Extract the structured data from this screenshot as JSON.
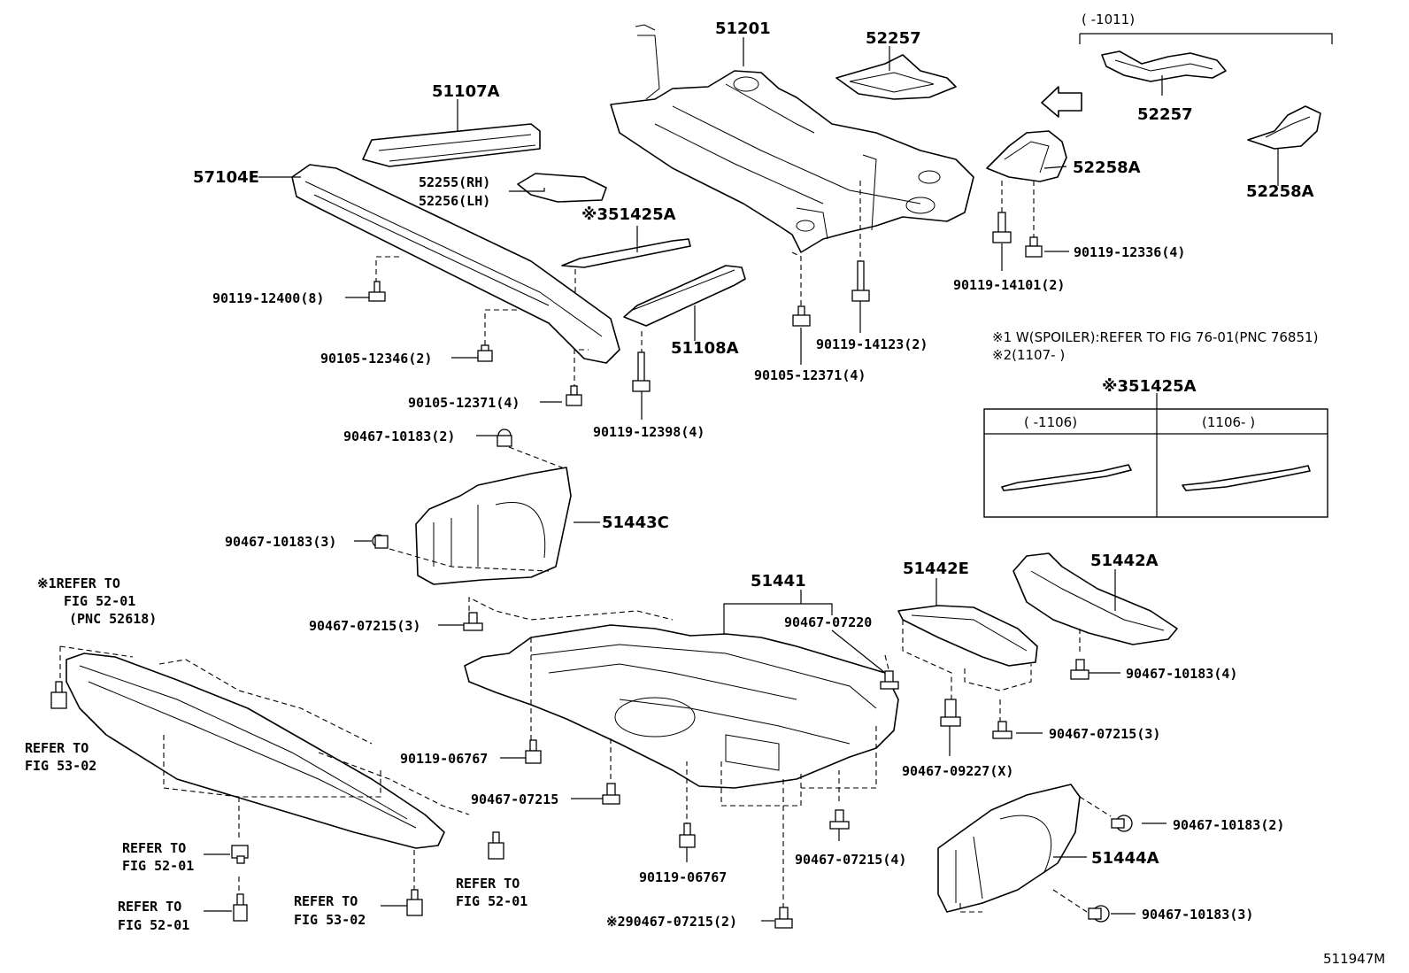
{
  "labels": {
    "p51201": "51201",
    "p52257a": "52257",
    "p52257b": "52257",
    "range_1011": "(      -1011)",
    "p51107a": "51107A",
    "p57104e": "57104E",
    "p52255": "52255(RH)",
    "p52256": "52256(LH)",
    "p51425a_ref": "※351425A",
    "p52258a_1": "52258A",
    "p52258a_2": "52258A",
    "b90119_12336": "90119-12336(4)",
    "b90119_14101": "90119-14101(2)",
    "b90119_12400": "90119-12400(8)",
    "b90105_12346": "90105-12346(2)",
    "p51108a": "51108A",
    "b90119_14123": "90119-14123(2)",
    "b90105_12371_4a": "90105-12371(4)",
    "b90105_12371_4b": "90105-12371(4)",
    "b90119_12398": "90119-12398(4)",
    "b90467_10183_2a": "90467-10183(2)",
    "b90467_10183_3a": "90467-10183(3)",
    "p51443c": "51443C",
    "p51441": "51441",
    "p51442e": "51442E",
    "p51442a": "51442A",
    "ref_52_01_a": "※1REFER TO",
    "ref_52_01_b": "FIG 52-01",
    "ref_52_01_c": "(PNC 52618)",
    "b90467_07215_3a": "90467-07215(3)",
    "b90467_07220": "90467-07220",
    "b90467_10183_4": "90467-10183(4)",
    "ref_53_02_a1": "REFER TO",
    "ref_53_02_a2": "FIG 53-02",
    "b90119_06767a": "90119-06767",
    "b90467_07215_3b": "90467-07215(3)",
    "b90467_07215": "90467-07215",
    "b90467_09227": "90467-09227(X)",
    "b90467_10183_2b": "90467-10183(2)",
    "ref_52_01_d1": "REFER TO",
    "ref_52_01_d2": "FIG 52-01",
    "p51444a": "51444A",
    "b90467_07215_4": "90467-07215(4)",
    "b90119_06767b": "90119-06767",
    "ref_52_01_e1": "REFER TO",
    "ref_52_01_e2": "FIG 52-01",
    "ref_52_01_f1": "REFER TO",
    "ref_52_01_f2": "FIG 52-01",
    "ref_53_02_b1": "REFER TO",
    "ref_53_02_b2": "FIG 53-02",
    "b90467_07215_2": "※290467-07215(2)",
    "b90467_10183_3b": "90467-10183(3)",
    "diagram_id": "511947M"
  },
  "notes": {
    "note1": "※1 W(SPOILER):REFER TO FIG 76-01(PNC 76851)",
    "note2": "※2(1107-      )"
  },
  "variant_table": {
    "title": "※351425A",
    "col1": "(      -1106)",
    "col2": "(1106-      )"
  }
}
